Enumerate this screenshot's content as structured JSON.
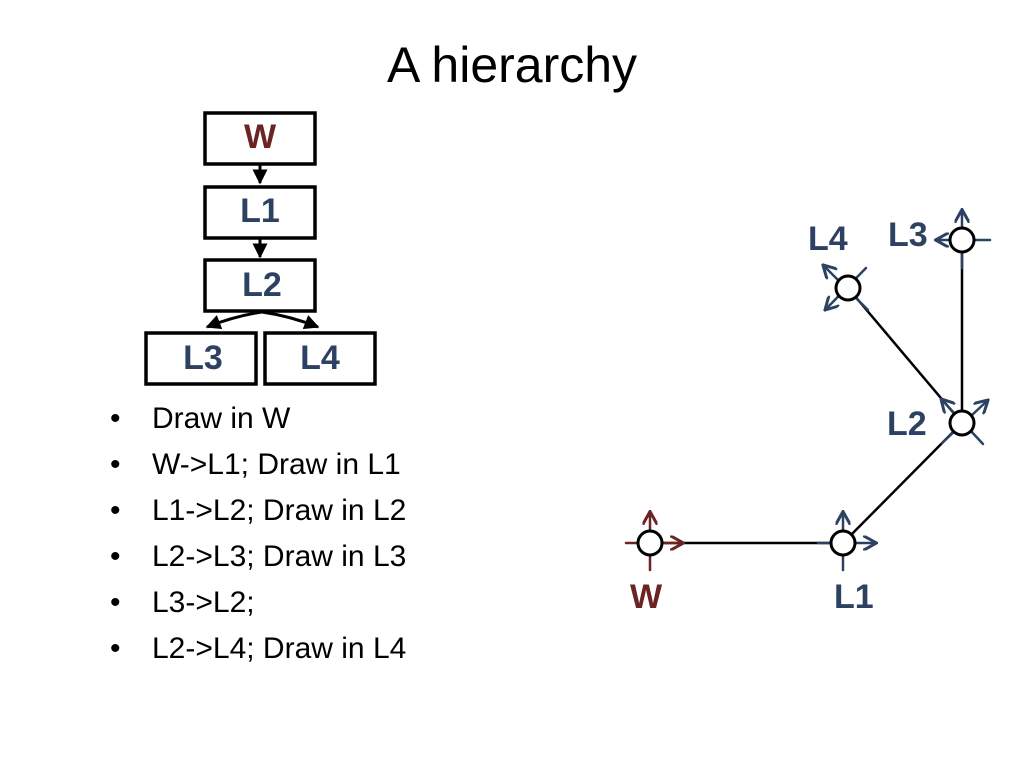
{
  "title": "A hierarchy",
  "colors": {
    "world": "#6b2424",
    "local": "#2d4263",
    "line": "#000000"
  },
  "tree": {
    "nodes": [
      {
        "id": "W",
        "label": "W"
      },
      {
        "id": "L1",
        "label": "L1"
      },
      {
        "id": "L2",
        "label": "L2"
      },
      {
        "id": "L3",
        "label": "L3"
      },
      {
        "id": "L4",
        "label": "L4"
      }
    ],
    "edges": [
      [
        "W",
        "L1"
      ],
      [
        "L1",
        "L2"
      ],
      [
        "L2",
        "L3"
      ],
      [
        "L2",
        "L4"
      ]
    ]
  },
  "bullets": [
    {
      "symbol": "•",
      "text": "Draw in W"
    },
    {
      "symbol": "•",
      "text": "W->L1; Draw in L1"
    },
    {
      "symbol": "•",
      "text": "L1->L2; Draw in L2"
    },
    {
      "symbol": "•",
      "text": "L2->L3; Draw in L3"
    },
    {
      "symbol": "•",
      "text": "L3->L2;"
    },
    {
      "symbol": "•",
      "text": "L2->L4; Draw in L4"
    }
  ],
  "frames": {
    "nodes": [
      {
        "id": "W",
        "label": "W"
      },
      {
        "id": "L1",
        "label": "L1"
      },
      {
        "id": "L2",
        "label": "L2"
      },
      {
        "id": "L3",
        "label": "L3"
      },
      {
        "id": "L4",
        "label": "L4"
      }
    ],
    "edges": [
      [
        "W",
        "L1"
      ],
      [
        "L1",
        "L2"
      ],
      [
        "L2",
        "L3"
      ],
      [
        "L2",
        "L4"
      ]
    ]
  }
}
